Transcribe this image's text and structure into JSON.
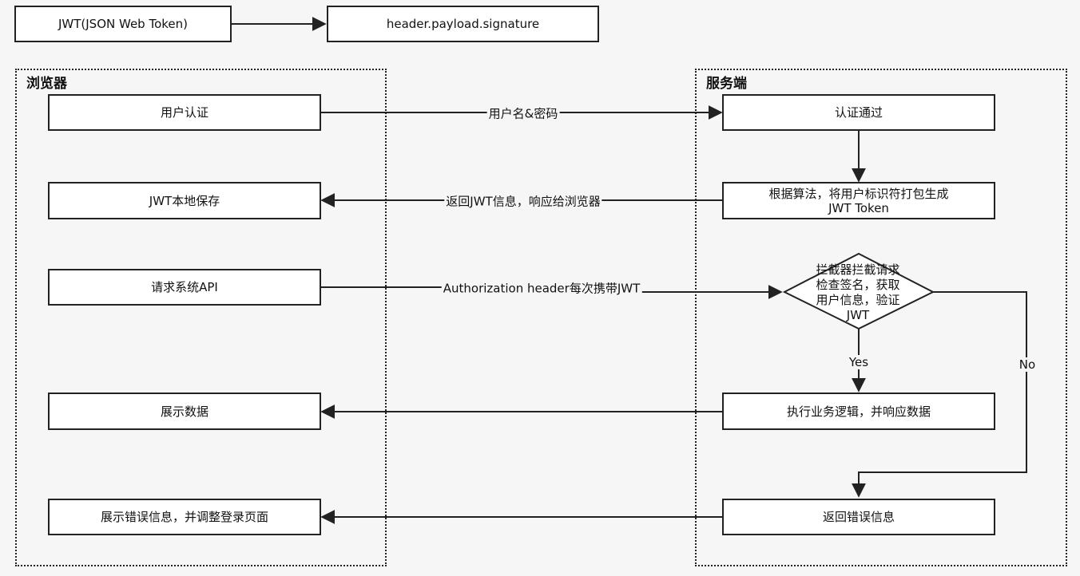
{
  "top": {
    "jwt_label": "JWT(JSON Web Token)",
    "format_label": "header.payload.signature"
  },
  "groups": {
    "browser_title": "浏览器",
    "server_title": "服务端"
  },
  "browser": {
    "auth": "用户认证",
    "save": "JWT本地保存",
    "request": "请求系统API",
    "show_data": "展示数据",
    "show_error": "展示错误信息，并调整登录页面"
  },
  "server": {
    "passed": "认证通过",
    "generate_line1": "根据算法，将用户标识符打包生成",
    "generate_line2": "JWT Token",
    "interceptor_line1": "拦截器拦截请求",
    "interceptor_line2": "检查签名，获取",
    "interceptor_line3": "用户信息，验证",
    "interceptor_line4": "JWT",
    "execute": "执行业务逻辑，并响应数据",
    "return_error": "返回错误信息"
  },
  "edges": {
    "credentials": "用户名&密码",
    "return_jwt": "返回JWT信息，响应给浏览器",
    "auth_header": "Authorization header每次携带JWT",
    "yes": "Yes",
    "no": "No"
  }
}
